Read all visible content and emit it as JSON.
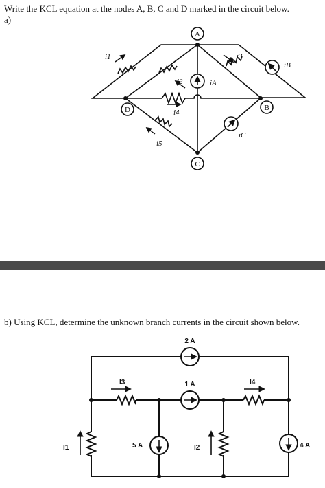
{
  "part_a": {
    "question": "Write the KCL equation at the nodes A, B, C and D marked in the circuit below.",
    "label": "a)",
    "nodes": {
      "A": "A",
      "B": "B",
      "C": "C",
      "D": "D"
    },
    "currents": {
      "i1": "i1",
      "i2": "i2",
      "i3": "i3",
      "i4": "i4",
      "i5": "i5",
      "iA": "iA",
      "iB": "iB",
      "iC": "iC"
    }
  },
  "part_b": {
    "question": "b) Using KCL, determine the unknown branch currents in the circuit shown below.",
    "labels": {
      "source_top": "2 A",
      "source_mid": "1 A",
      "I3": "I3",
      "I4": "I4",
      "I1": "I1",
      "I2": "I2",
      "source_5A": "5 A",
      "source_4A": "4 A"
    }
  }
}
